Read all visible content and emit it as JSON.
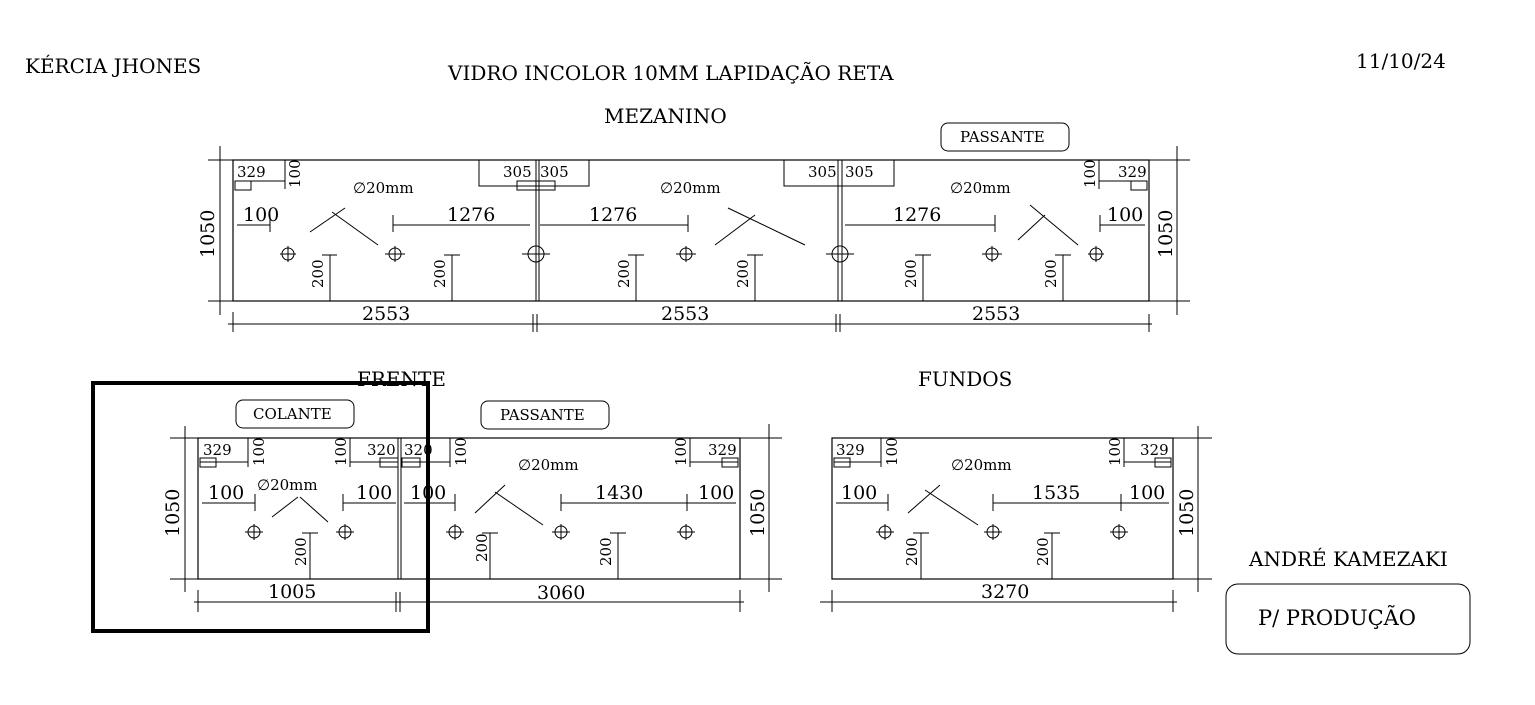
{
  "header": {
    "client": "KÉRCIA JHONES",
    "title": "VIDRO INCOLOR 10MM LAPIDAÇÃO RETA",
    "date": "11/10/24"
  },
  "sections": {
    "mezanino": "MEZANINO",
    "frente": "FRENTE",
    "fundos": "FUNDOS"
  },
  "tags": {
    "passante": "PASSANTE",
    "colante": "COLANTE"
  },
  "dims": {
    "w2553": "2553",
    "w1005": "1005",
    "w3060": "3060",
    "w3270": "3270",
    "h1050": "1050",
    "d100": "100",
    "d200": "200",
    "d329": "329",
    "d305": "305",
    "d320": "320",
    "d1276": "1276",
    "d1430": "1430",
    "d1535": "1535",
    "hole": "∅20mm"
  },
  "footer": {
    "designer": "ANDRÉ KAMEZAKI",
    "status": "P/ PRODUÇÃO"
  }
}
